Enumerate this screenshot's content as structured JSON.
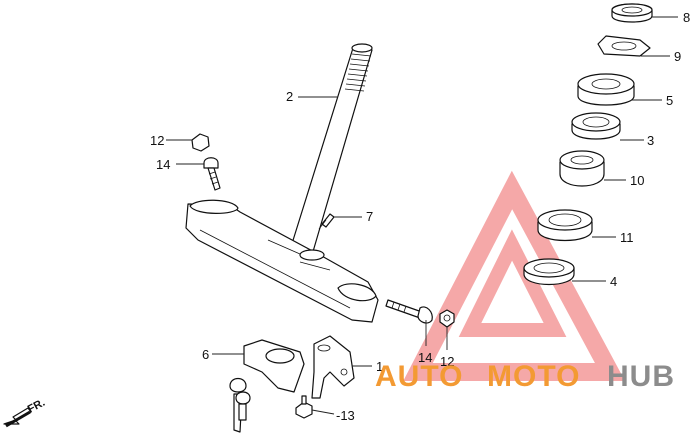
{
  "diagram": {
    "callouts": [
      {
        "id": "1",
        "label": "1"
      },
      {
        "id": "2",
        "label": "2"
      },
      {
        "id": "3",
        "label": "3"
      },
      {
        "id": "4",
        "label": "4"
      },
      {
        "id": "5",
        "label": "5"
      },
      {
        "id": "6",
        "label": "6"
      },
      {
        "id": "7",
        "label": "7"
      },
      {
        "id": "8",
        "label": "8"
      },
      {
        "id": "9",
        "label": "9"
      },
      {
        "id": "10",
        "label": "10"
      },
      {
        "id": "11",
        "label": "11"
      },
      {
        "id": "12a",
        "label": "12"
      },
      {
        "id": "12b",
        "label": "12"
      },
      {
        "id": "13",
        "label": "-13"
      },
      {
        "id": "14a",
        "label": "14"
      },
      {
        "id": "14b",
        "label": "14"
      }
    ],
    "direction_label": "FR.",
    "watermark": {
      "part1": "AUTO",
      "part2": "MOTO",
      "part3": "HUB",
      "colors": {
        "orange": "#f39a33",
        "gray": "#8c8c8c",
        "triangle": "#f28b8b"
      }
    }
  }
}
